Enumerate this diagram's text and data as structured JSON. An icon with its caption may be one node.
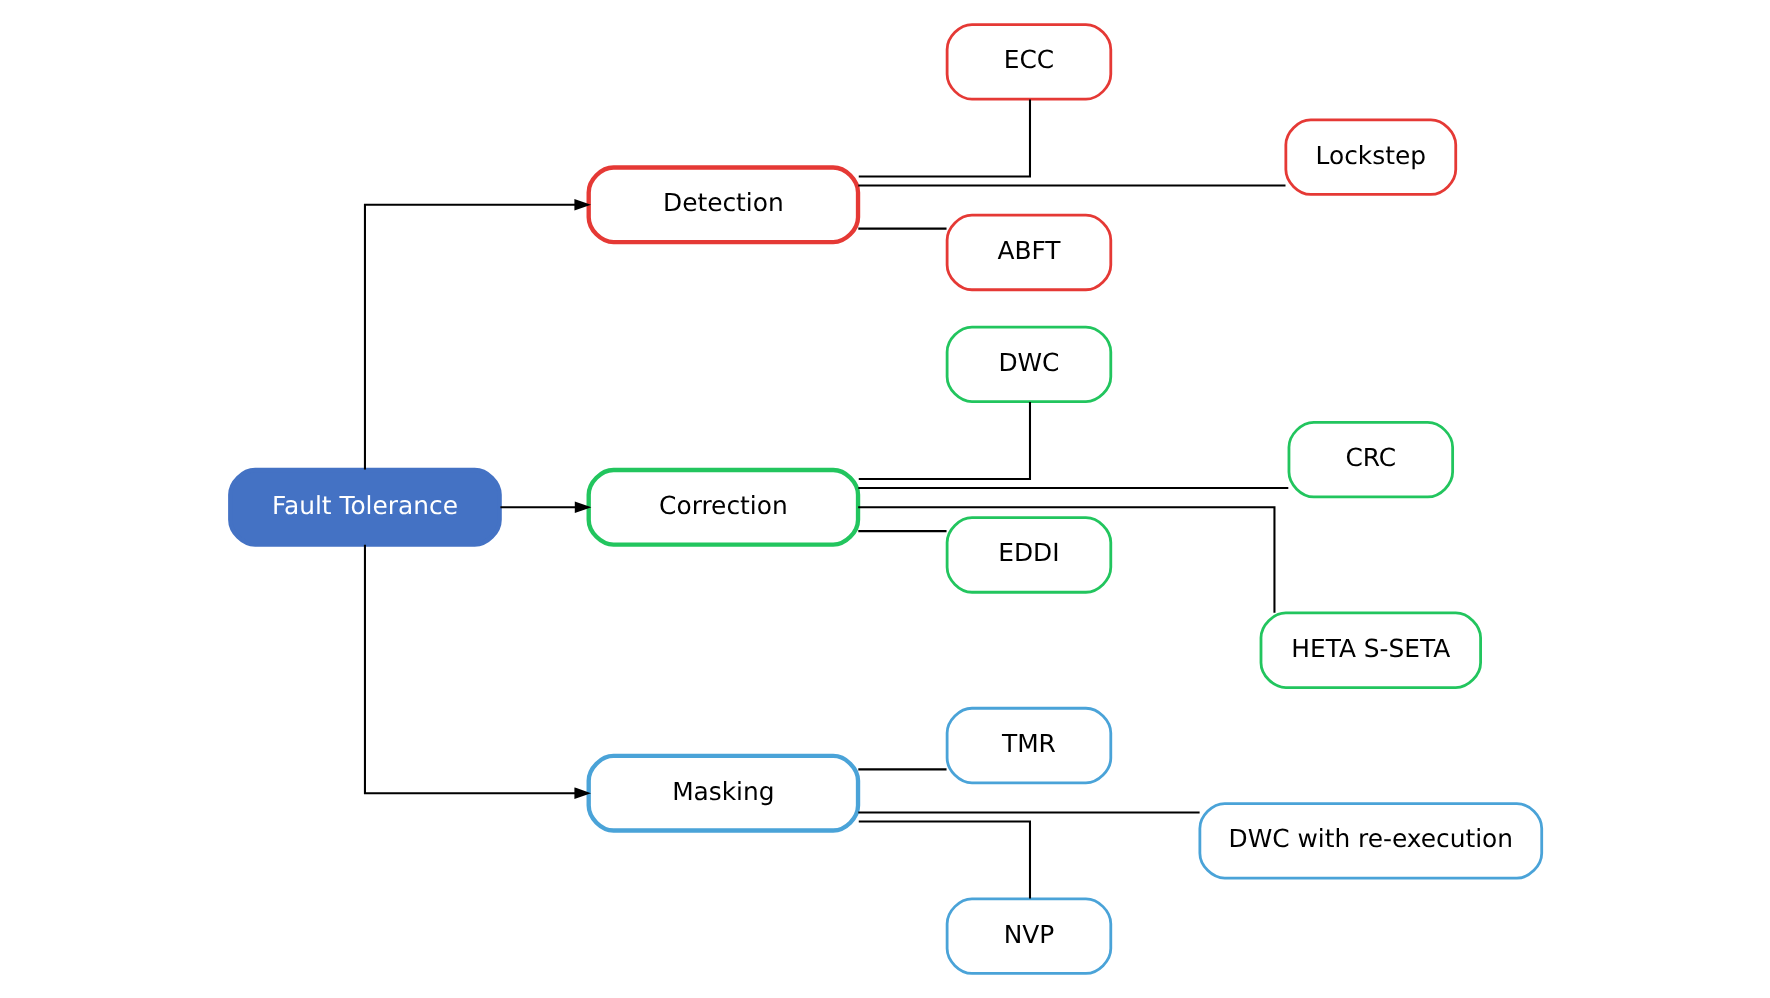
{
  "diagram": {
    "nodes": [
      {
        "text": [
          "Fault Tolerance"
        ]
      },
      {
        "text": [
          "Detection"
        ]
      },
      {
        "text": [
          "ECC"
        ]
      },
      {
        "text": [
          "Lockstep"
        ]
      },
      {
        "text": [
          "ABFT"
        ]
      },
      {
        "text": [
          "Correction"
        ]
      },
      {
        "text": [
          "DWC"
        ]
      },
      {
        "text": [
          "CRC"
        ]
      },
      {
        "text": [
          "EDDI"
        ]
      },
      {
        "text": [
          "HETA S-SETA"
        ]
      },
      {
        "text": [
          "Masking"
        ]
      },
      {
        "text": [
          "TMR"
        ]
      },
      {
        "text": [
          "DWC with re-execution"
        ]
      },
      {
        "text": [
          "NVP"
        ]
      }
    ],
    "edges": [
      {
        "from": 0,
        "to": 1,
        "arrow": "to"
      },
      {
        "from": 0,
        "to": 5,
        "arrow": "to"
      },
      {
        "from": 0,
        "to": 10,
        "arrow": "to"
      },
      {
        "from": 1,
        "to": 2,
        "arrow": "none"
      },
      {
        "from": 1,
        "to": 4,
        "arrow": "none"
      },
      {
        "from": 1,
        "to": 3,
        "arrow": "none"
      },
      {
        "from": 5,
        "to": 6,
        "arrow": "none"
      },
      {
        "from": 5,
        "to": 8,
        "arrow": "none"
      },
      {
        "from": 5,
        "to": 7,
        "arrow": "none"
      },
      {
        "from": 5,
        "to": 9,
        "arrow": "none"
      },
      {
        "from": 10,
        "to": 11,
        "arrow": "none"
      },
      {
        "from": 10,
        "to": 13,
        "arrow": "none"
      },
      {
        "from": 10,
        "to": 12,
        "arrow": "none"
      }
    ]
  }
}
